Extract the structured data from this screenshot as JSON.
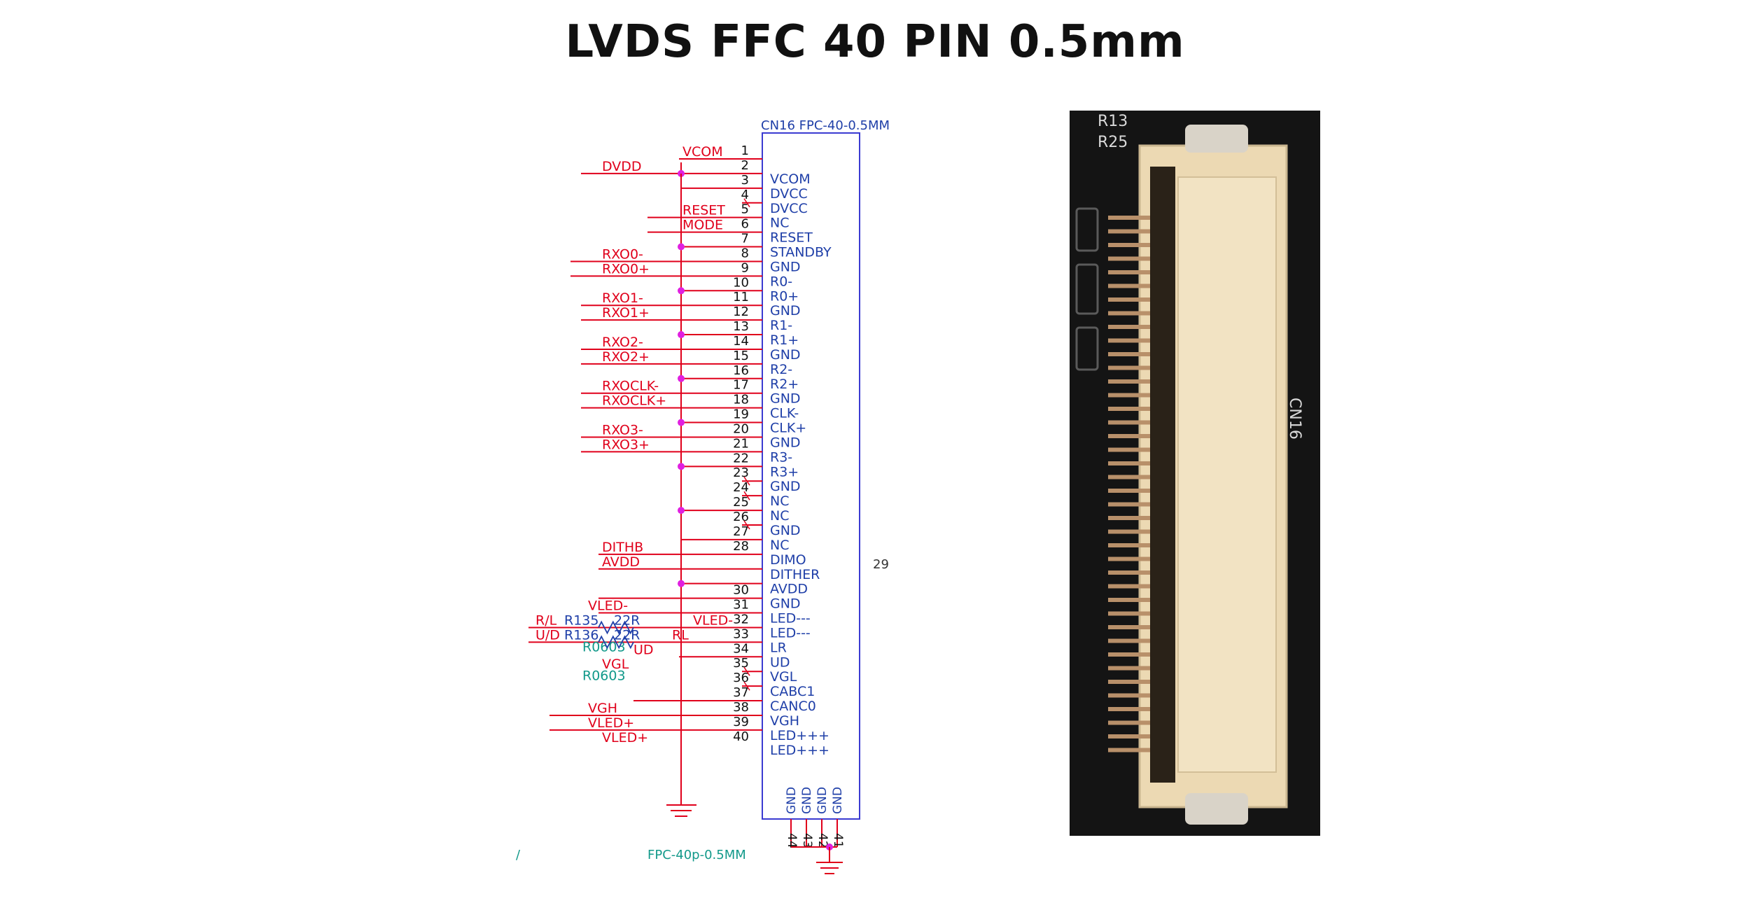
{
  "title": "LVDS FFC 40 PIN 0.5mm",
  "schematic": {
    "part_name": "CN16  FPC-40-0.5MM",
    "part_footer": "FPC-40p-0.5MM",
    "extra_pin": "29",
    "bottom_pins": [
      {
        "num": "44",
        "name": "GND"
      },
      {
        "num": "43",
        "name": "GND"
      },
      {
        "num": "42",
        "name": "GND"
      },
      {
        "num": "41",
        "name": "GND"
      }
    ],
    "pins": [
      {
        "num": "1",
        "name": "",
        "net": "VCOM"
      },
      {
        "num": "2",
        "name": "VCOM",
        "net": "DVDD"
      },
      {
        "num": "3",
        "name": "DVCC",
        "net": ""
      },
      {
        "num": "4",
        "name": "DVCC",
        "net": ""
      },
      {
        "num": "5",
        "name": "NC",
        "net": "RESET"
      },
      {
        "num": "6",
        "name": "RESET",
        "net": "MODE"
      },
      {
        "num": "7",
        "name": "STANDBY",
        "net": ""
      },
      {
        "num": "8",
        "name": "GND",
        "net": "RXO0-"
      },
      {
        "num": "9",
        "name": "R0-",
        "net": "RXO0+"
      },
      {
        "num": "10",
        "name": "R0+",
        "net": ""
      },
      {
        "num": "11",
        "name": "GND",
        "net": "RXO1-"
      },
      {
        "num": "12",
        "name": "R1-",
        "net": "RXO1+"
      },
      {
        "num": "13",
        "name": "R1+",
        "net": ""
      },
      {
        "num": "14",
        "name": "GND",
        "net": "RXO2-"
      },
      {
        "num": "15",
        "name": "R2-",
        "net": "RXO2+"
      },
      {
        "num": "16",
        "name": "R2+",
        "net": ""
      },
      {
        "num": "17",
        "name": "GND",
        "net": "RXOCLK-"
      },
      {
        "num": "18",
        "name": "CLK-",
        "net": "RXOCLK+"
      },
      {
        "num": "19",
        "name": "CLK+",
        "net": ""
      },
      {
        "num": "20",
        "name": "GND",
        "net": "RXO3-"
      },
      {
        "num": "21",
        "name": "R3-",
        "net": "RXO3+"
      },
      {
        "num": "22",
        "name": "R3+",
        "net": ""
      },
      {
        "num": "23",
        "name": "GND",
        "net": ""
      },
      {
        "num": "24",
        "name": "NC",
        "net": ""
      },
      {
        "num": "25",
        "name": "NC",
        "net": ""
      },
      {
        "num": "26",
        "name": "GND",
        "net": ""
      },
      {
        "num": "27",
        "name": "NC",
        "net": ""
      },
      {
        "num": "28",
        "name": "DIMO",
        "net": "DITHB"
      },
      {
        "num": "",
        "name": "DITHER",
        "net": "AVDD"
      },
      {
        "num": "",
        "name": "AVDD",
        "net": ""
      },
      {
        "num": "30",
        "name": "GND",
        "net": ""
      },
      {
        "num": "31",
        "name": "LED---",
        "net": "VLED-"
      },
      {
        "num": "32",
        "name": "LED---",
        "net": "VLED-"
      },
      {
        "num": "33",
        "name": "LR",
        "net": "RL"
      },
      {
        "num": "34",
        "name": "UD",
        "net": "UD"
      },
      {
        "num": "35",
        "name": "VGL",
        "net": "VGL"
      },
      {
        "num": "36",
        "name": "CABC1",
        "net": ""
      },
      {
        "num": "37",
        "name": "CANC0",
        "net": ""
      },
      {
        "num": "38",
        "name": "VGH",
        "net": "VGH"
      },
      {
        "num": "39",
        "name": "LED+++",
        "net": "VLED+"
      },
      {
        "num": "40",
        "name": "LED+++",
        "net": "VLED+"
      }
    ],
    "resistors": [
      {
        "in": "R/L",
        "ref": "R135",
        "value": "22R",
        "footprint": "R0603"
      },
      {
        "in": "U/D",
        "ref": "R136",
        "value": "22R",
        "footprint": "R0603"
      }
    ],
    "stray_mark": "/"
  },
  "photo": {
    "silkscreen": [
      "R13",
      "R25",
      "CN16"
    ]
  },
  "colors": {
    "net": "#e0001b",
    "pin": "#1f3fa8",
    "pin_number": "#111111",
    "junction": "#e020e0",
    "footprint": "#12998a",
    "board": "#141414",
    "connector": "#ecd9b3"
  }
}
